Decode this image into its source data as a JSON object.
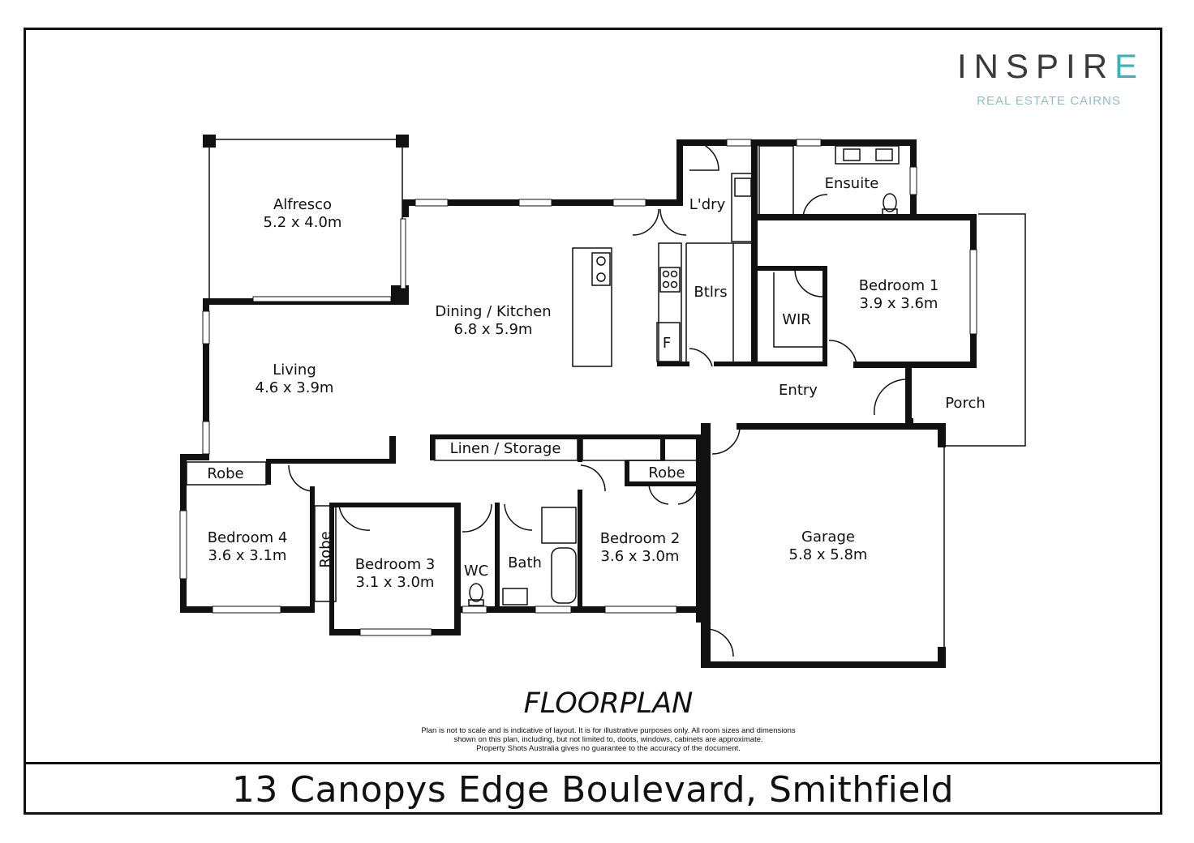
{
  "logo": {
    "name_main": "INSPIR",
    "name_accent": "E",
    "tagline": "REAL ESTATE CAIRNS",
    "accent_color": "#3ab3b8",
    "text_color": "#3a3a3a"
  },
  "rooms": {
    "alfresco": {
      "name": "Alfresco",
      "size": "5.2 x 4.0m"
    },
    "dining_kitchen": {
      "name": "Dining / Kitchen",
      "size": "6.8 x 5.9m"
    },
    "laundry": {
      "name": "L'dry"
    },
    "ensuite": {
      "name": "Ensuite"
    },
    "butlers": {
      "name": "Btlrs"
    },
    "bedroom1": {
      "name": "Bedroom 1",
      "size": "3.9 x 3.6m"
    },
    "wir": {
      "name": "WIR"
    },
    "fridge": {
      "name": "F"
    },
    "living": {
      "name": "Living",
      "size": "4.6 x 3.9m"
    },
    "entry": {
      "name": "Entry"
    },
    "porch": {
      "name": "Porch"
    },
    "linen": {
      "name": "Linen / Storage"
    },
    "robe_bed4": {
      "name": "Robe"
    },
    "robe_bed2": {
      "name": "Robe"
    },
    "robe_bed3": {
      "name": "Robe"
    },
    "bedroom4": {
      "name": "Bedroom 4",
      "size": "3.6 x 3.1m"
    },
    "bedroom3": {
      "name": "Bedroom 3",
      "size": "3.1 x 3.0m"
    },
    "wc": {
      "name": "WC"
    },
    "bath": {
      "name": "Bath"
    },
    "bedroom2": {
      "name": "Bedroom 2",
      "size": "3.6 x 3.0m"
    },
    "garage": {
      "name": "Garage",
      "size": "5.8 x 5.8m"
    }
  },
  "title": "FLOORPLAN",
  "disclaimer": [
    "Plan is not to scale and is indicative of layout. It is for illustrative purposes only. All room sizes and dimensions",
    "shown on this plan, including, but not limited to, doots, windows, cabinets are approximate.",
    "Property Shots Australia gives no guarantee to the accuracy of the document."
  ],
  "address": "13 Canopys Edge Boulevard, Smithfield"
}
